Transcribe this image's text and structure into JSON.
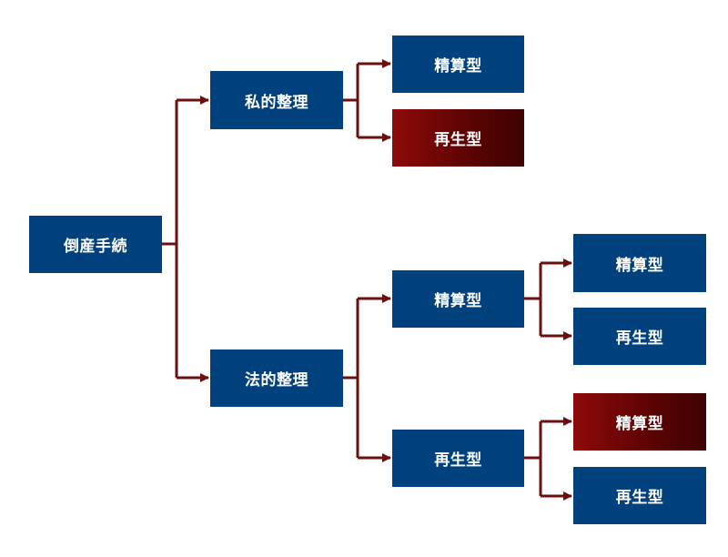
{
  "colors": {
    "node_blue": "#00417e",
    "node_red": "#8e0a0a",
    "connector": "#6b0f0f"
  },
  "nodes": {
    "root": "倒産手続",
    "private": "私的整理",
    "legal": "法的整理",
    "private_seisan": "精算型",
    "private_saisei": "再生型",
    "legal_seisan": "精算型",
    "legal_saisei": "再生型",
    "legal_seisan_seisan": "精算型",
    "legal_seisan_saisei": "再生型",
    "legal_saisei_seisan": "精算型",
    "legal_saisei_saisei": "再生型"
  }
}
